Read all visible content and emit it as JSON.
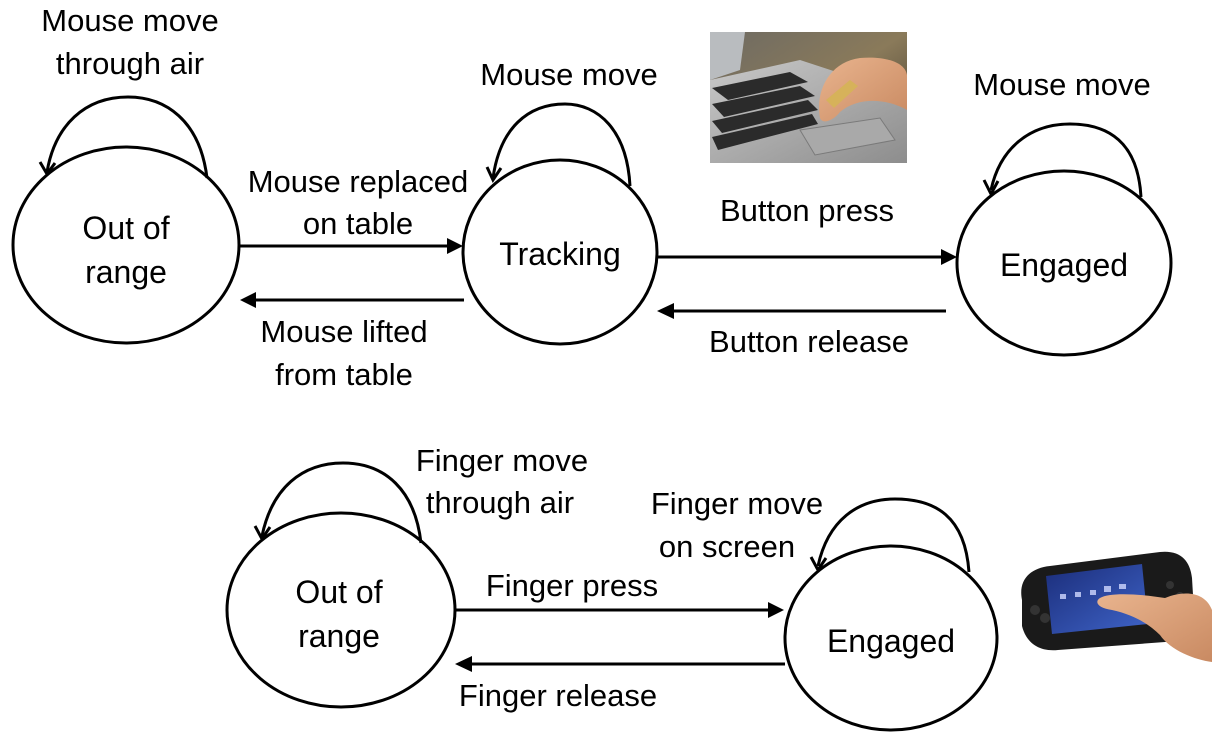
{
  "mouse_diagram": {
    "states": {
      "out_of_range": [
        "Out of",
        "range"
      ],
      "tracking": [
        "Tracking"
      ],
      "engaged": [
        "Engaged"
      ]
    },
    "transitions": {
      "self_out_of_range": [
        "Mouse move",
        "through air"
      ],
      "self_tracking": [
        "Mouse move"
      ],
      "self_engaged": [
        "Mouse move"
      ],
      "out_to_tracking": [
        "Mouse replaced",
        "on table"
      ],
      "tracking_to_out": [
        "Mouse lifted",
        "from table"
      ],
      "tracking_to_engaged": [
        "Button press"
      ],
      "engaged_to_tracking": [
        "Button release"
      ]
    },
    "illustration": "laptop-touchpad-photo"
  },
  "touch_diagram": {
    "states": {
      "out_of_range": [
        "Out of",
        "range"
      ],
      "engaged": [
        "Engaged"
      ]
    },
    "transitions": {
      "self_out_of_range": [
        "Finger move",
        "through air"
      ],
      "self_engaged": [
        "Finger move",
        "on screen"
      ],
      "out_to_engaged": [
        "Finger press"
      ],
      "engaged_to_out": [
        "Finger release"
      ]
    },
    "illustration": "handheld-touchscreen-photo"
  },
  "colors": {
    "stroke": "#000000",
    "background": "#ffffff"
  }
}
